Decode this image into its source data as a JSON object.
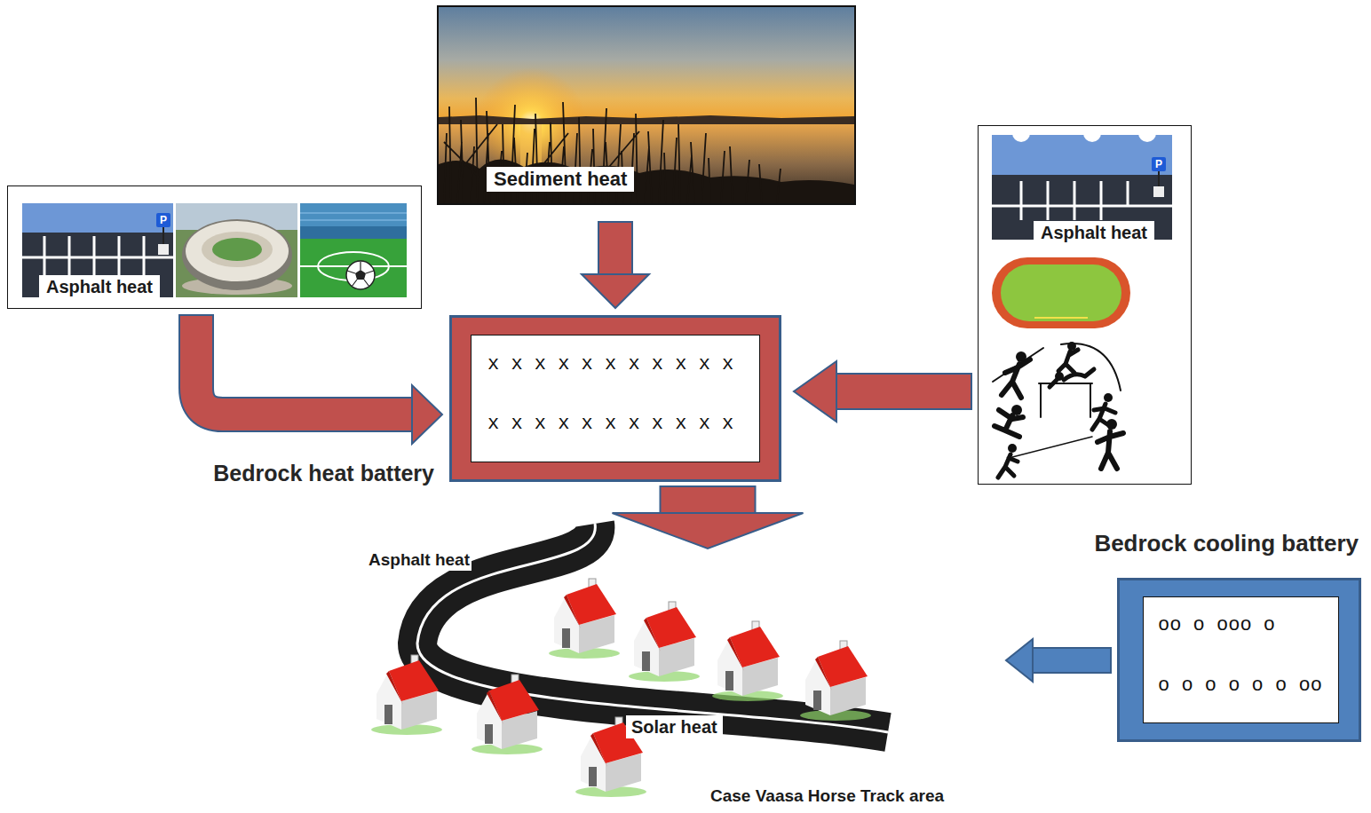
{
  "diagram": {
    "nodes": [
      {
        "text": [
          "Sediment heat"
        ]
      },
      {
        "text": [
          "Asphalt heat"
        ]
      },
      {
        "text": [
          "Asphalt heat"
        ]
      },
      {
        "text": [
          "Bedrock heat battery"
        ]
      },
      {
        "text": [
          "x x x x x x x x x x x",
          "x x x x x x x x x x x"
        ],
        "in": 3
      },
      {
        "text": [
          "Asphalt heat",
          "Solar heat",
          "Case Vaasa Horse Track area"
        ]
      },
      {
        "text": [
          "Bedrock cooling battery"
        ]
      },
      {
        "text": [
          "oo o ooo o",
          "o o o o o o oo"
        ],
        "in": 6
      }
    ],
    "edges": [
      {
        "from": 0,
        "to": 3,
        "arrow": "to"
      },
      {
        "from": 1,
        "to": 3,
        "arrow": "to"
      },
      {
        "from": 2,
        "to": 3,
        "arrow": "to"
      },
      {
        "from": 3,
        "to": 5,
        "arrow": "to"
      },
      {
        "from": 6,
        "to": 5,
        "arrow": "to"
      }
    ],
    "labels": [
      "P",
      "P"
    ]
  }
}
